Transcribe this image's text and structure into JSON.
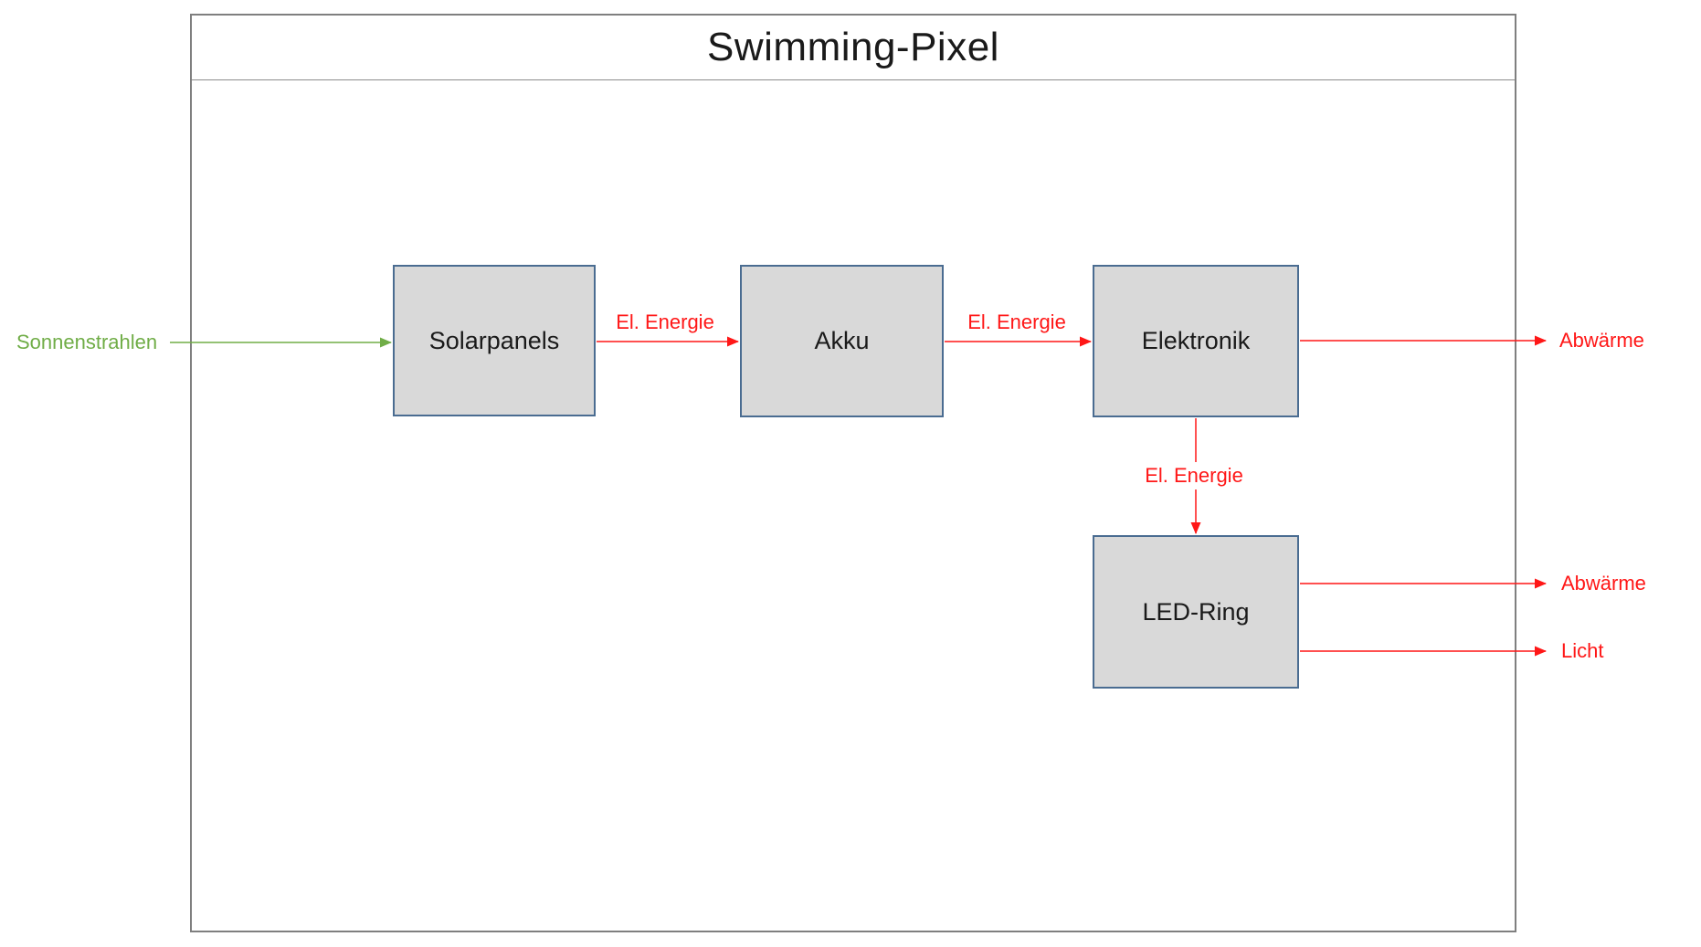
{
  "title": "Swimming-Pixel",
  "colors": {
    "energy_red": "#ff1717",
    "sun_green": "#70ad47",
    "box_fill": "#d9d9d9",
    "box_border": "#4a6c91",
    "frame_border": "#7f7f7f",
    "text": "#1a1a1a"
  },
  "nodes": [
    {
      "id": "solarpanels",
      "label": "Solarpanels"
    },
    {
      "id": "akku",
      "label": "Akku"
    },
    {
      "id": "elektronik",
      "label": "Elektronik"
    },
    {
      "id": "ledring",
      "label": "LED-Ring"
    }
  ],
  "flows": {
    "sonnenstrahlen": {
      "label": "Sonnenstrahlen",
      "color": "green",
      "from": "outside",
      "to": "Solarpanels"
    },
    "el_energie_1": {
      "label": "El. Energie",
      "color": "red",
      "from": "Solarpanels",
      "to": "Akku"
    },
    "el_energie_2": {
      "label": "El. Energie",
      "color": "red",
      "from": "Akku",
      "to": "Elektronik"
    },
    "el_energie_3": {
      "label": "El. Energie",
      "color": "red",
      "from": "Elektronik",
      "to": "LED-Ring"
    },
    "abwaerme_1": {
      "label": "Abwärme",
      "color": "red",
      "from": "Elektronik",
      "to": "outside"
    },
    "abwaerme_2": {
      "label": "Abwärme",
      "color": "red",
      "from": "LED-Ring",
      "to": "outside"
    },
    "licht": {
      "label": "Licht",
      "color": "red",
      "from": "LED-Ring",
      "to": "outside"
    }
  }
}
